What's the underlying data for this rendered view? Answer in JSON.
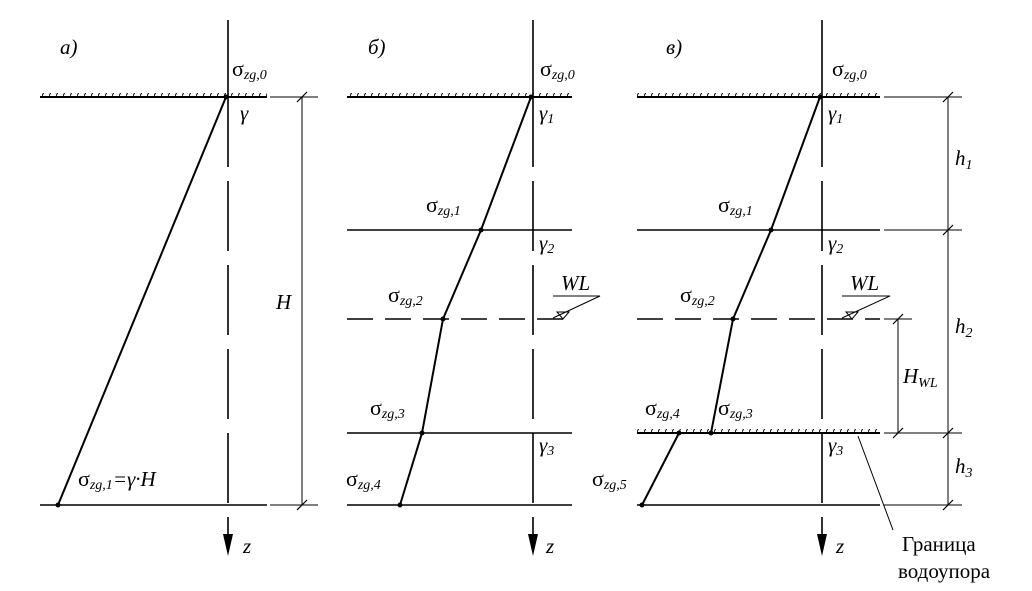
{
  "panels": [
    {
      "letter": "а)",
      "labels": {
        "s0": {
          "sub": "zg,0"
        },
        "gamma": {
          "sub": ""
        },
        "s1": {
          "sub": "zg,1",
          "tail": "=γ·H"
        },
        "H": "H",
        "z": "z"
      }
    },
    {
      "letter": "б)",
      "labels": {
        "s0": {
          "sub": "zg,0"
        },
        "g1": {
          "sub": "1"
        },
        "s1": {
          "sub": "zg,1"
        },
        "g2": {
          "sub": "2"
        },
        "wl": "WL",
        "s2": {
          "sub": "zg,2"
        },
        "s3": {
          "sub": "zg,3"
        },
        "g3": {
          "sub": "3"
        },
        "s4": {
          "sub": "zg,4"
        },
        "z": "z"
      }
    },
    {
      "letter": "в)",
      "labels": {
        "s0": {
          "sub": "zg,0"
        },
        "g1": {
          "sub": "1"
        },
        "s1": {
          "sub": "zg,1"
        },
        "g2": {
          "sub": "2"
        },
        "wl": "WL",
        "s2": {
          "sub": "zg,2"
        },
        "s4": {
          "sub": "zg,4"
        },
        "s3": {
          "sub": "zg,3"
        },
        "g3": {
          "sub": "3"
        },
        "s5": {
          "sub": "zg,5"
        },
        "h1": {
          "sub": "1"
        },
        "h2": {
          "sub": "2"
        },
        "hwl": {
          "sub": "WL"
        },
        "h3": {
          "sub": "3"
        },
        "boundary_line1": "Граница",
        "boundary_line2": "водоупора",
        "z": "z"
      }
    }
  ],
  "symbols": {
    "sigma": "σ",
    "gamma": "γ",
    "h": "h",
    "H": "H"
  }
}
